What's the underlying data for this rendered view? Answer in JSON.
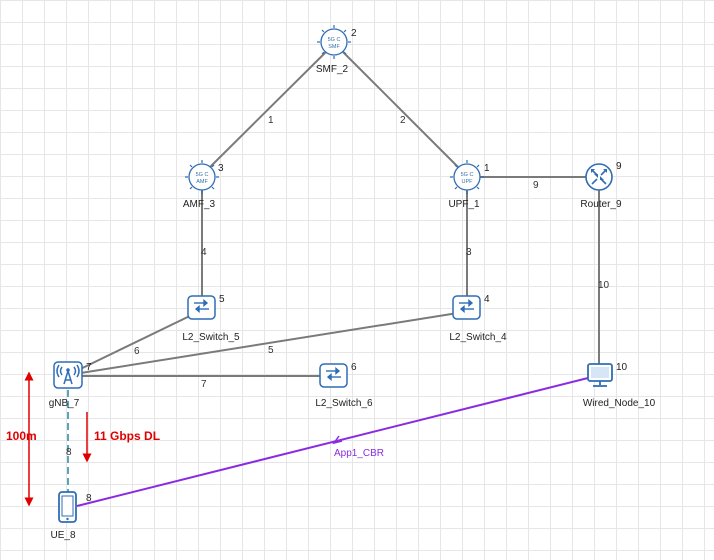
{
  "nodes": {
    "smf": {
      "name": "SMF_2",
      "id": "2",
      "icon_line1": "5G C",
      "icon_line2": "SMF"
    },
    "amf": {
      "name": "AMF_3",
      "id": "3",
      "icon_line1": "5G C",
      "icon_line2": "AMF"
    },
    "upf": {
      "name": "UPF_1",
      "id": "1",
      "icon_line1": "5G C",
      "icon_line2": "UPF"
    },
    "router": {
      "name": "Router_9",
      "id": "9"
    },
    "switch5": {
      "name": "L2_Switch_5",
      "id": "5"
    },
    "switch4": {
      "name": "L2_Switch_4",
      "id": "4"
    },
    "switch6": {
      "name": "L2_Switch_6",
      "id": "6"
    },
    "gnb": {
      "name": "gNB_7",
      "id": "7"
    },
    "wired": {
      "name": "Wired_Node_10",
      "id": "10"
    },
    "ue": {
      "name": "UE_8",
      "id": "8"
    }
  },
  "links": {
    "l1": "1",
    "l2": "2",
    "l3": "3",
    "l4": "4",
    "l5": "5",
    "l6": "6",
    "l7": "7",
    "l8": "8",
    "l9": "9",
    "l10": "10"
  },
  "annotations": {
    "distance": "100m",
    "bandwidth": "11 Gbps DL",
    "application": "App1_CBR"
  },
  "colors": {
    "link": "#7a7a7a",
    "app_flow": "#8a2be2",
    "annotation_red": "#e00000",
    "wireless_link": "#5aa6b8",
    "icon_blue": "#2f6db5"
  }
}
